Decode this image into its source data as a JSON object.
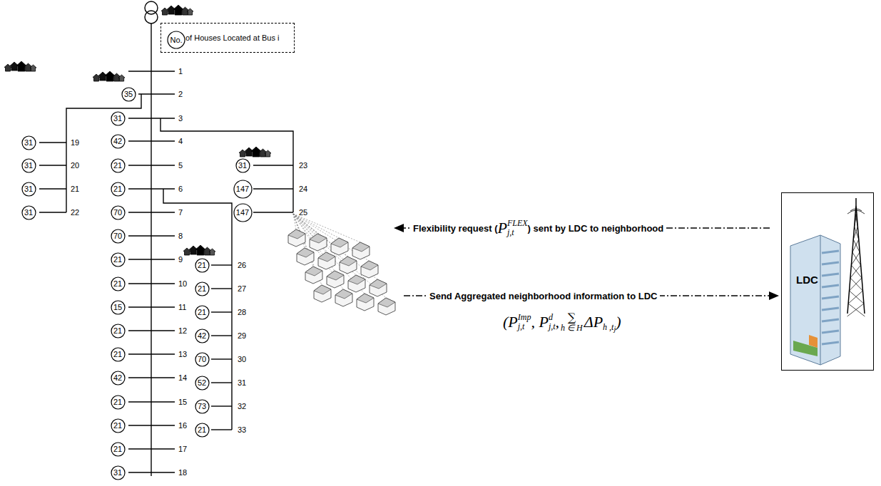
{
  "diagram": {
    "nodes": [
      {
        "text": [
          "of Houses Located at Bus i"
        ]
      },
      {
        "text": [
          "No."
        ],
        "in": 0
      },
      {
        "text": [
          "35"
        ]
      },
      {
        "text": [
          "31"
        ]
      },
      {
        "text": [
          "42"
        ]
      },
      {
        "text": [
          "21"
        ]
      },
      {
        "text": [
          "21"
        ]
      },
      {
        "text": [
          "70"
        ]
      },
      {
        "text": [
          "70"
        ]
      },
      {
        "text": [
          "21"
        ]
      },
      {
        "text": [
          "21"
        ]
      },
      {
        "text": [
          "15"
        ]
      },
      {
        "text": [
          "21"
        ]
      },
      {
        "text": [
          "21"
        ]
      },
      {
        "text": [
          "42"
        ]
      },
      {
        "text": [
          "21"
        ]
      },
      {
        "text": [
          "21"
        ]
      },
      {
        "text": [
          "21"
        ]
      },
      {
        "text": [
          "31"
        ]
      },
      {
        "text": [
          "31"
        ]
      },
      {
        "text": [
          "31"
        ]
      },
      {
        "text": [
          "31"
        ]
      },
      {
        "text": [
          "31"
        ]
      },
      {
        "text": [
          "31"
        ]
      },
      {
        "text": [
          "147"
        ]
      },
      {
        "text": [
          "147"
        ]
      },
      {
        "text": [
          "21"
        ]
      },
      {
        "text": [
          "21"
        ]
      },
      {
        "text": [
          "21"
        ]
      },
      {
        "text": [
          "42"
        ]
      },
      {
        "text": [
          "70"
        ]
      },
      {
        "text": [
          "52"
        ]
      },
      {
        "text": [
          "73"
        ]
      },
      {
        "text": [
          "21"
        ]
      },
      {
        "text": [
          "LDC"
        ]
      }
    ],
    "labels": [
      "1",
      "2",
      "3",
      "4",
      "5",
      "6",
      "7",
      "8",
      "9",
      "10",
      "11",
      "12",
      "13",
      "14",
      "15",
      "16",
      "17",
      "18",
      "19",
      "20",
      "21",
      "22",
      "23",
      "24",
      "25",
      "26",
      "27",
      "28",
      "29",
      "30",
      "31",
      "32",
      "33",
      "Flexibility request (",
      "P",
      "j,t",
      "FLEX",
      ") sent by LDC to neighborhood",
      "Send Aggregated neighborhood information to LDC",
      "(P",
      "j,t",
      "Imp",
      ", P",
      "j,t",
      "d",
      ", ",
      "∑",
      "h ∈ H",
      "ΔP",
      "h ,t",
      "j",
      ")"
    ]
  }
}
